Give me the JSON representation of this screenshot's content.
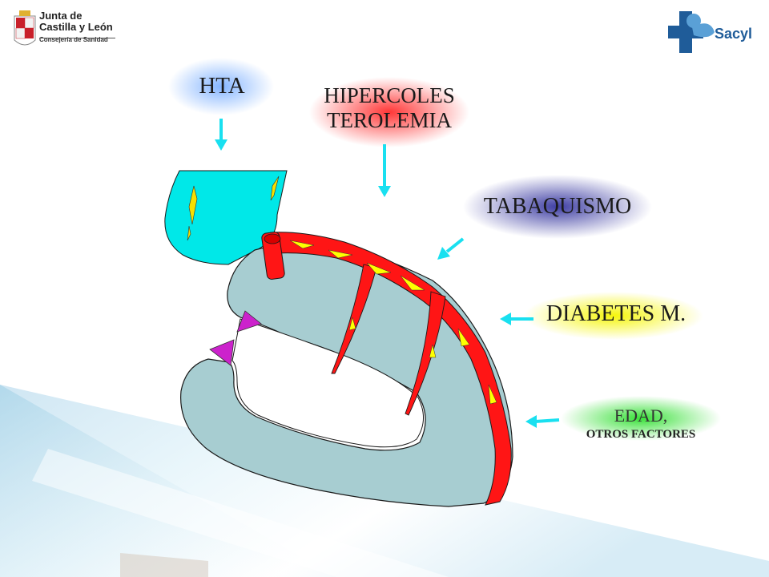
{
  "logos": {
    "left": {
      "line1": "Junta de",
      "line2": "Castilla y León",
      "line3": "Consejería de Sanidad",
      "icon": "coat-of-arms-icon"
    },
    "right": {
      "name": "Sacyl",
      "icon": "sacyl-cross-icon",
      "color": "#1f5c99"
    }
  },
  "factors": {
    "hta": {
      "label": "HTA",
      "glow_color": "#6fa8ff"
    },
    "hipercolesterolemia": {
      "line1": "HIPERCOLES",
      "line2": "TEROLEMIA",
      "glow_color": "#ff3030"
    },
    "tabaquismo": {
      "label": "TABAQUISMO",
      "glow_color": "#2b2b9c"
    },
    "diabetes": {
      "label": "DIABETES M.",
      "glow_color": "#f2f200"
    },
    "edad": {
      "line1": "EDAD,",
      "line2": "OTROS FACTORES",
      "glow_color": "#33dd33"
    }
  },
  "colors": {
    "arrow": "#19e0f0",
    "aorta": "#00e5e5",
    "heart": "#a9cfd3",
    "artery": "#ff1a1a",
    "plaque": "#ffff00",
    "valve": "#cc22cc"
  }
}
